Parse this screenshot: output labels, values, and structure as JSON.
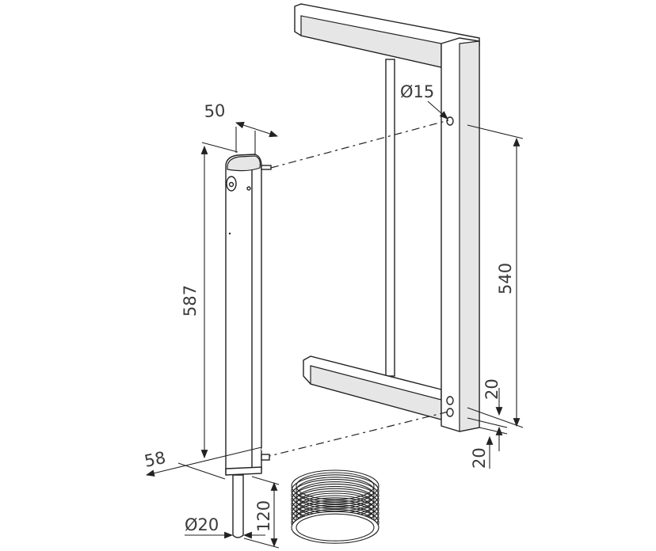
{
  "diagram": {
    "dimensions": {
      "post_depth": "50",
      "hole_diameter": "Ø15",
      "post_height": "587",
      "frame_height": "540",
      "upper_offset": "20",
      "lower_offset": "20",
      "post_width": "58",
      "pin_diameter": "Ø20",
      "pin_length": "120"
    }
  }
}
